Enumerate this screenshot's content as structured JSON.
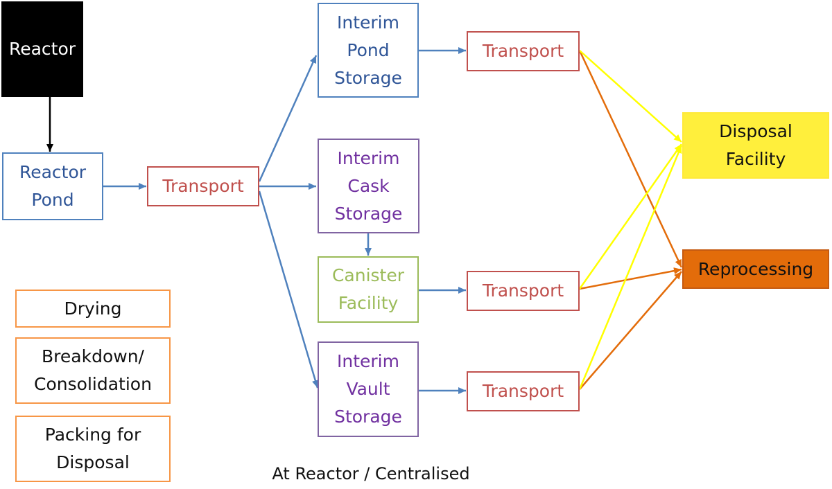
{
  "nodes": {
    "reactor": [
      "Reactor"
    ],
    "reactor_pond": [
      "Reactor",
      "Pond"
    ],
    "transport_1": [
      "Transport"
    ],
    "interim_pond_storage": [
      "Interim",
      "Pond",
      "Storage"
    ],
    "transport_top": [
      "Transport"
    ],
    "interim_cask_storage": [
      "Interim",
      "Cask",
      "Storage"
    ],
    "canister_facility": [
      "Canister",
      "Facility"
    ],
    "transport_mid": [
      "Transport"
    ],
    "interim_vault_storage": [
      "Interim",
      "Vault",
      "Storage"
    ],
    "transport_bottom": [
      "Transport"
    ],
    "disposal_facility": [
      "Disposal",
      "Facility"
    ],
    "reprocessing": [
      "Reprocessing"
    ],
    "drying": [
      "Drying"
    ],
    "breakdown": [
      "Breakdown/",
      "Consolidation"
    ],
    "packing": [
      "Packing for",
      "Disposal"
    ]
  },
  "caption": "At Reactor / Centralised",
  "colors": {
    "blue": "#4f81bd",
    "red": "#c0504d",
    "purple": "#7030a0",
    "green": "#9bbb59",
    "yellow": "#ffff00",
    "orange": "#e36c0a",
    "disposal_fill": "#ffef3c",
    "reprocessing_fill": "#e36c0a"
  }
}
